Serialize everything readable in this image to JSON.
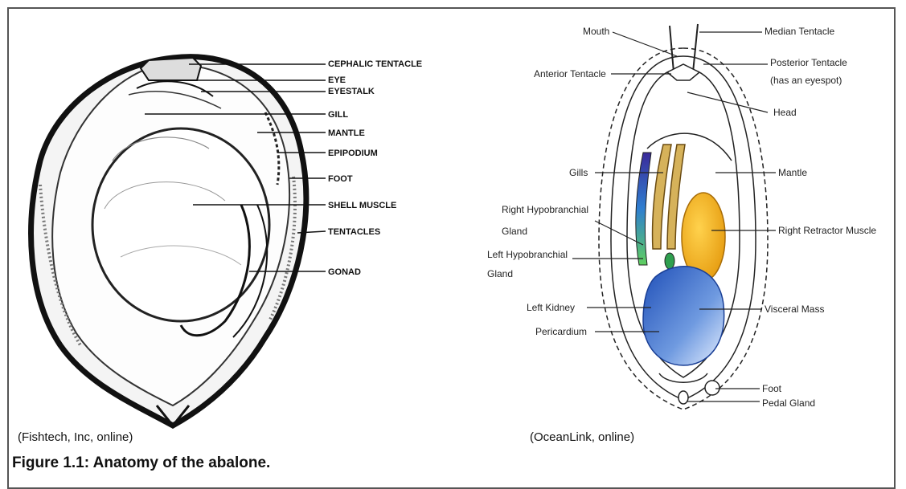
{
  "left_figure": {
    "labels": [
      "CEPHALIC TENTACLE",
      "EYE",
      "EYESTALK",
      "GILL",
      "MANTLE",
      "EPIPODIUM",
      "FOOT",
      "SHELL MUSCLE",
      "TENTACLES",
      "GONAD"
    ],
    "credit": "(Fishtech, Inc, online)"
  },
  "right_figure": {
    "labels": {
      "mouth": "Mouth",
      "median_tentacle": "Median Tentacle",
      "posterior_tentacle_1": "Posterior Tentacle",
      "posterior_tentacle_2": "(has an eyespot)",
      "anterior_tentacle": "Anterior Tentacle",
      "head": "Head",
      "gills": "Gills",
      "mantle": "Mantle",
      "right_hypo_1": "Right Hypobranchial",
      "right_hypo_2": "Gland",
      "right_retractor": "Right Retractor Muscle",
      "left_hypo_1": "Left Hypobranchial",
      "left_hypo_2": "Gland",
      "left_kidney": "Left Kidney",
      "visceral_mass": "Visceral Mass",
      "pericardium": "Pericardium",
      "foot": "Foot",
      "pedal_gland": "Pedal Gland"
    },
    "credit": "(OceanLink, online)"
  },
  "caption": "Figure 1.1: Anatomy of the abalone.",
  "colors": {
    "yellow_muscle": "#f2b01e",
    "visceral_blue": "#2f62c8",
    "gill_gold": "#c9a24a"
  }
}
